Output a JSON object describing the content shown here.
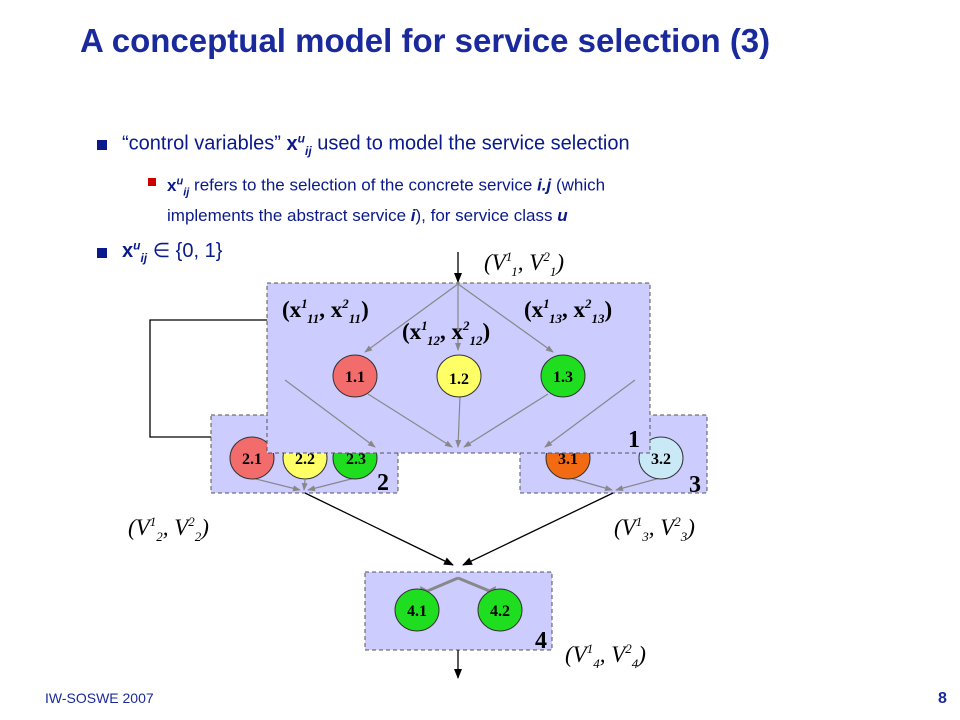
{
  "slide": {
    "title": "A conceptual model for service selection (3)",
    "footer_left": "IW-SOSWE 2007",
    "page_number": "8"
  },
  "bullets": {
    "b1": {
      "quote": "“control variables” ",
      "var": "x",
      "sup": "u",
      "sub": "ij",
      "rest": " used to model the service selection"
    },
    "b2": {
      "var": "x",
      "sup": "u",
      "sub": "ij",
      "t1": " refers to the selection of the concrete service ",
      "ij": "i.j",
      "t2": " (which",
      "line2a": "implements the abstract service ",
      "i": "i",
      "line2b": "), for service class ",
      "u": "u"
    },
    "b3": {
      "var": "x",
      "sup": "u",
      "sub": "ij",
      "rest": " ∈ {0, 1}"
    }
  },
  "diagram": {
    "colors": {
      "box_fill": "#ccccff",
      "red": "#f26c6c",
      "yellow": "#ffff66",
      "green": "#1fdd1f",
      "orange": "#f26a12",
      "lightblue": "#c9e9f7"
    },
    "box_labels": {
      "b1": "1",
      "b2": "2",
      "b3": "3",
      "b4": "4"
    },
    "nodes": {
      "n11": "1.1",
      "n12": "1.2",
      "n13": "1.3",
      "n21": "2.1",
      "n22": "2.2",
      "n23": "2.3",
      "n31": "3.1",
      "n32": "3.2",
      "n41": "4.1",
      "n42": "4.2"
    },
    "flow_labels": {
      "v1": {
        "V": "V",
        "s1": "1",
        "b1": "1",
        "V2": "V",
        "s2": "2",
        "b2": "1"
      },
      "v2": {
        "V": "V",
        "s1": "1",
        "b1": "2",
        "V2": "V",
        "s2": "2",
        "b2": "2"
      },
      "v3": {
        "V": "V",
        "s1": "1",
        "b1": "3",
        "V2": "V",
        "s2": "2",
        "b2": "3"
      },
      "v4": {
        "V": "V",
        "s1": "1",
        "b1": "4",
        "V2": "V",
        "s2": "2",
        "b2": "4"
      }
    },
    "x_labels": {
      "x11": {
        "x": "x",
        "s1": "1",
        "b1": "11",
        "s2": "2",
        "b2": "11"
      },
      "x12": {
        "x": "x",
        "s1": "1",
        "b1": "12",
        "s2": "2",
        "b2": "12"
      },
      "x13": {
        "x": "x",
        "s1": "1",
        "b1": "13",
        "s2": "2",
        "b2": "13"
      }
    }
  }
}
